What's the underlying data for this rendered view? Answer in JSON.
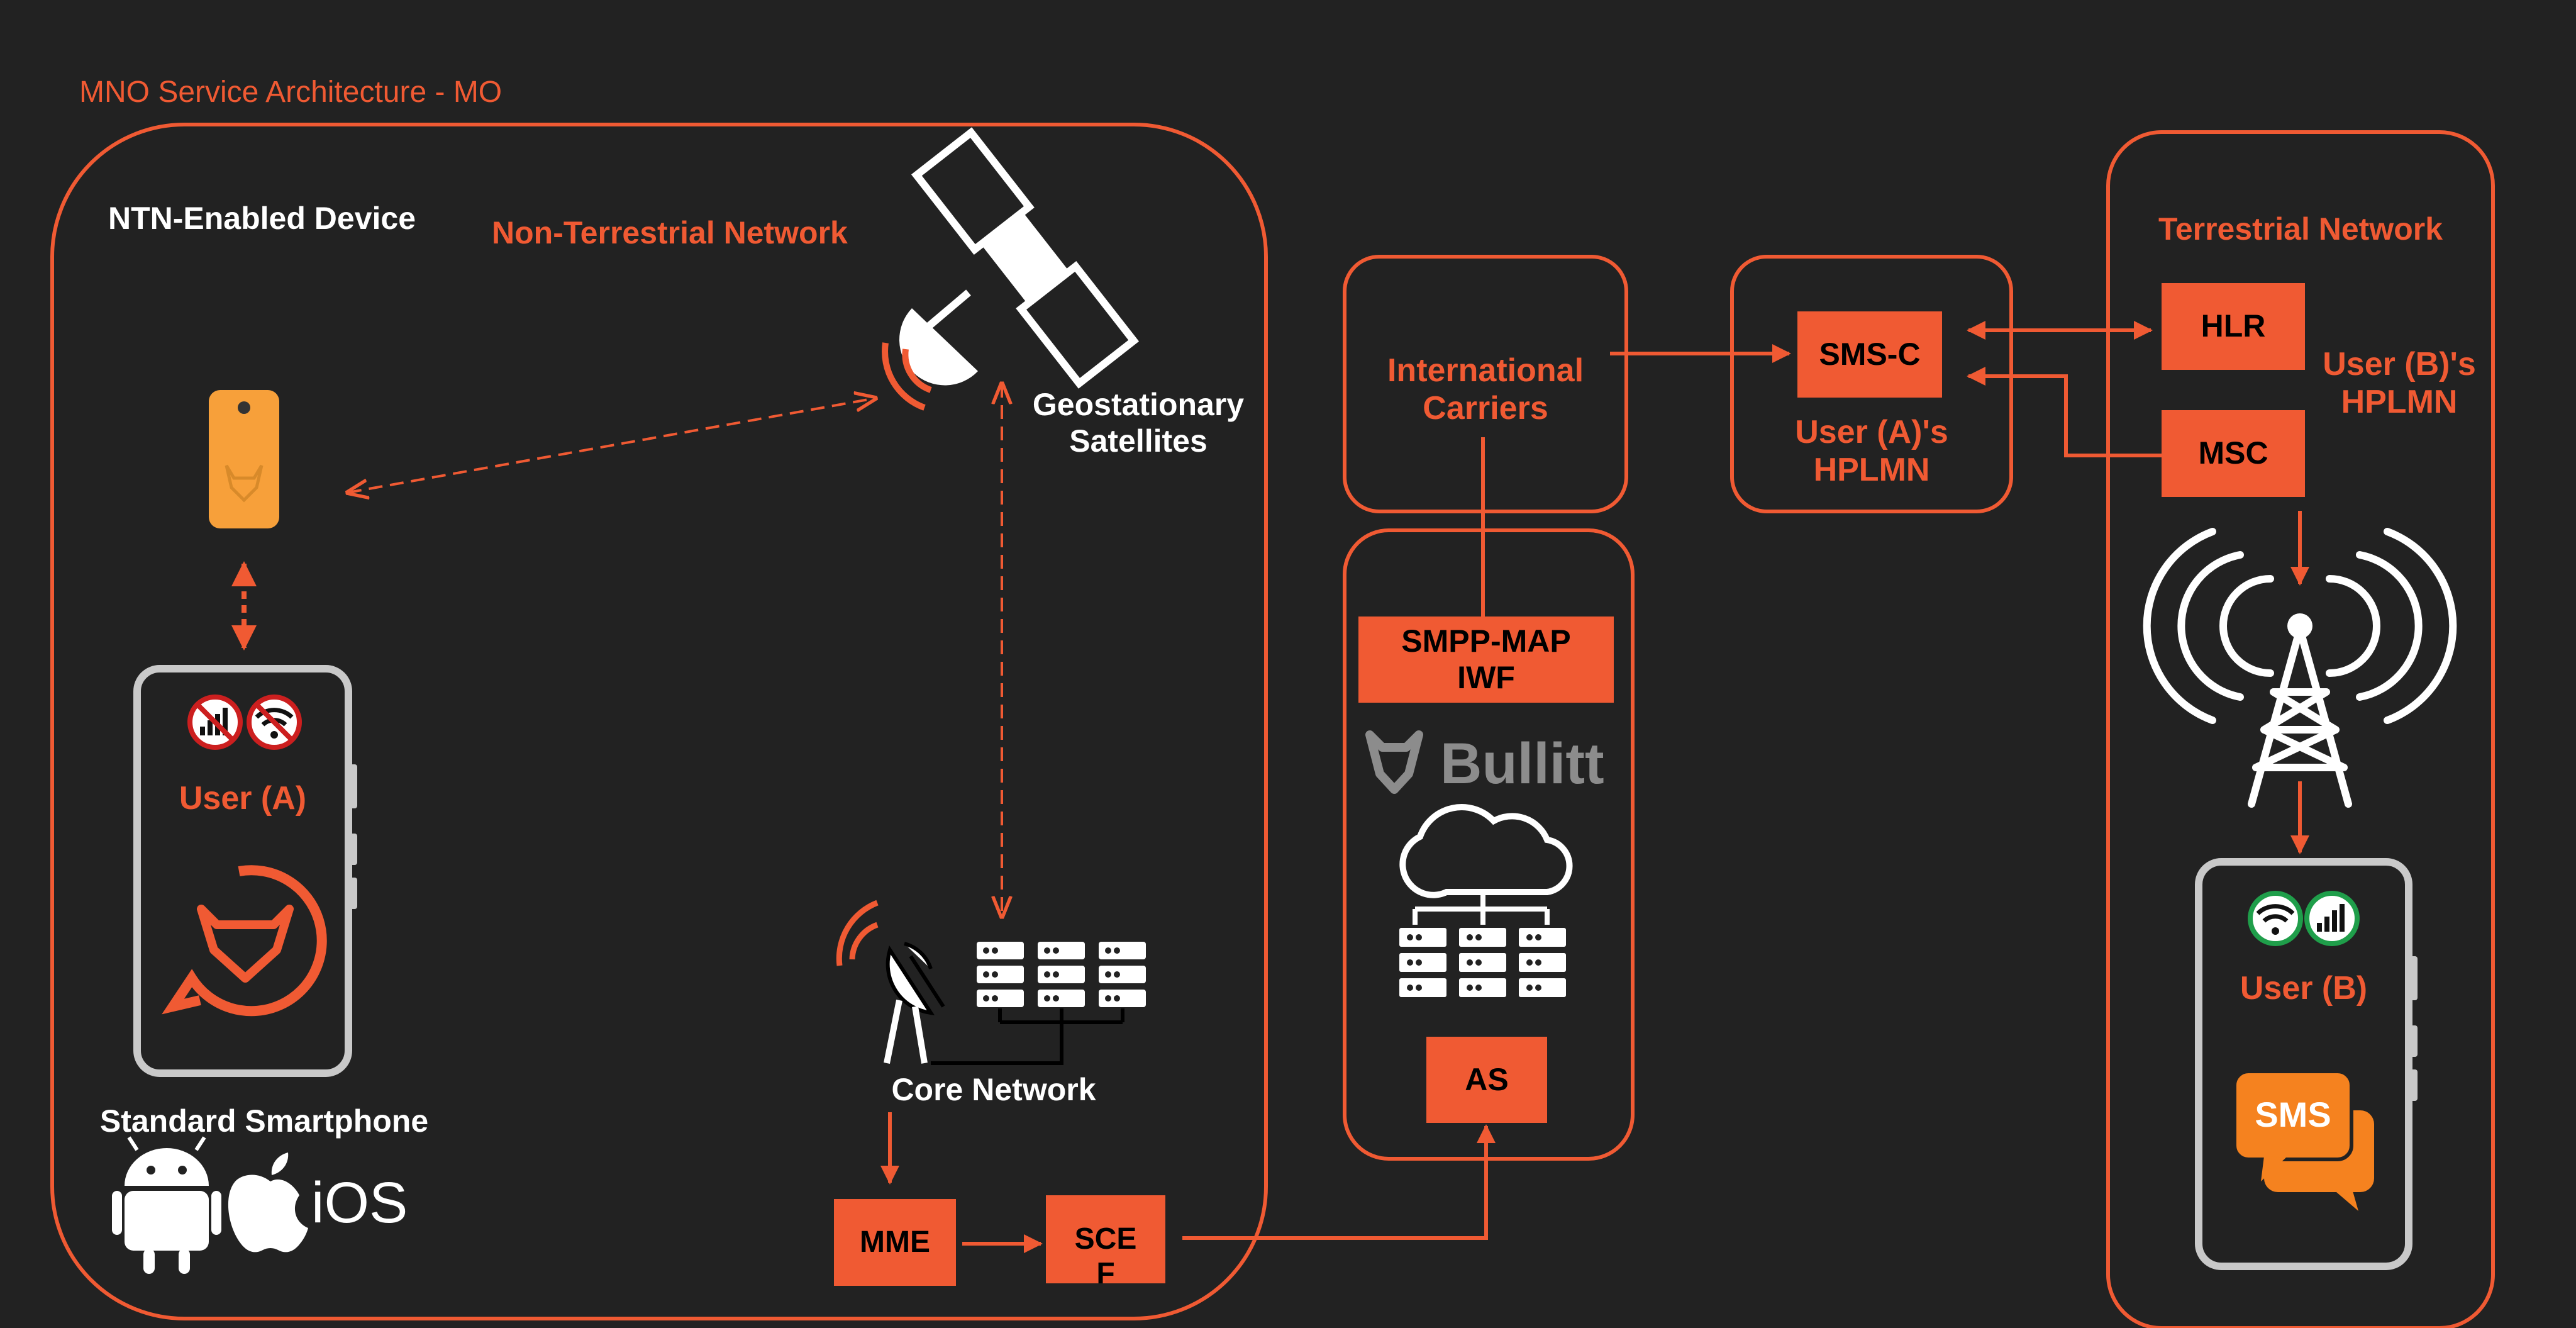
{
  "title": "MNO Service Architecture - MO",
  "colors": {
    "background": "#222222",
    "accent": "#f05a33",
    "white": "#ffffff",
    "black": "#000000",
    "device_orange": "#f7a03a",
    "sms_orange": "#f5821f",
    "green_ring": "#1f9e4a",
    "red_ring": "#cc1f1f"
  },
  "labels": {
    "ntn_device": "NTN-Enabled Device",
    "non_terrestrial_network": "Non-Terrestrial Network",
    "geostationary_satellites": "Geostationary\nSatellites",
    "user_a": "User (A)",
    "standard_smartphone": "Standard Smartphone",
    "ios": "iOS",
    "core_network": "Core Network",
    "international_carriers": "International\nCarriers",
    "user_a_hplmn": "User (A)'s\nHPLMN",
    "terrestrial_network": "Terrestrial Network",
    "user_b_hplmn": "User (B)'s\nHPLMN",
    "user_b": "User (B)",
    "bullitt_logo": "Bullitt"
  },
  "boxes": {
    "mme": "MME",
    "scef": "SCE\nF",
    "smpp_map_iwf": "SMPP-MAP\nIWF",
    "as": "AS",
    "sms_c": "SMS-C",
    "hlr": "HLR",
    "msc": "MSC",
    "sms_bubble": "SMS"
  },
  "icons": [
    "satellite-icon",
    "ntn-device-icon",
    "smartphone-icon",
    "no-signal-icon",
    "no-wifi-icon",
    "user-a-app-icon",
    "android-icon",
    "apple-icon",
    "satellite-dish-icon",
    "server-rack-icon",
    "cloud-server-icon",
    "bullitt-logo-icon",
    "cell-tower-icon",
    "wifi-icon",
    "signal-icon",
    "sms-icon"
  ]
}
